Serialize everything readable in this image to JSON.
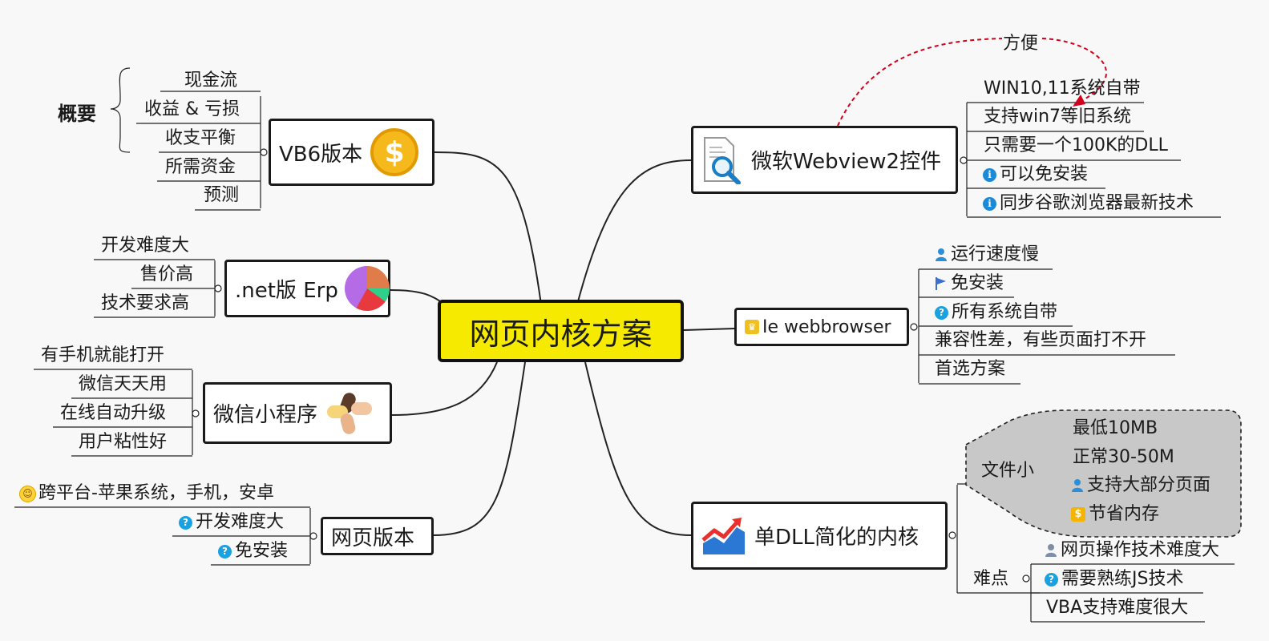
{
  "central": {
    "label": "网页内核方案"
  },
  "summary": {
    "label": "概要"
  },
  "branches": {
    "vb6": {
      "label": "VB6版本",
      "icon": "dollar-coin-icon",
      "items": [
        "现金流",
        "收益 & 亏损",
        "收支平衡",
        "所需资金",
        "预测"
      ]
    },
    "net": {
      "label": ".net版 Erp",
      "icon": "pie-chart-icon",
      "items": [
        "开发难度大",
        "售价高",
        "技术要求高"
      ]
    },
    "wechat": {
      "label": "微信小程序",
      "icon": "joined-hands-icon",
      "items": [
        "有手机就能打开",
        "微信天天用",
        "在线自动升级",
        "用户粘性好"
      ]
    },
    "web": {
      "label": "网页版本",
      "items": [
        {
          "text": "跨平台-苹果系统，手机，安卓",
          "icon": "smiley-icon"
        },
        {
          "text": "开发难度大",
          "icon": "question-icon"
        },
        {
          "text": "免安装",
          "icon": "question-icon"
        }
      ]
    },
    "webview2": {
      "label": "微软Webview2控件",
      "icon": "document-search-icon",
      "items": [
        {
          "text": "WIN10,11系统自带"
        },
        {
          "text": "支持win7等旧系统"
        },
        {
          "text": "只需要一个100K的DLL"
        },
        {
          "text": "可以免安装",
          "icon": "info-icon"
        },
        {
          "text": "同步谷歌浏览器最新技术",
          "icon": "info-icon"
        }
      ]
    },
    "ie": {
      "label": "Ie webbrowser",
      "icon": "trophy-icon",
      "items": [
        {
          "text": "运行速度慢",
          "icon": "person-icon"
        },
        {
          "text": "免安装",
          "icon": "flag-icon"
        },
        {
          "text": "所有系统自带",
          "icon": "question-icon"
        },
        {
          "text": "兼容性差，有些页面打不开"
        },
        {
          "text": "首选方案"
        }
      ]
    },
    "dll": {
      "label": "单DLL简化的内核",
      "icon": "rising-chart-icon",
      "size_group": {
        "label": "文件小",
        "items": [
          {
            "text": "最低10MB"
          },
          {
            "text": "正常30-50M"
          },
          {
            "text": "支持大部分页面",
            "icon": "person-icon"
          },
          {
            "text": "节省内存",
            "icon": "dollar-icon"
          }
        ]
      },
      "difficulty_group": {
        "label": "难点",
        "items": [
          {
            "text": "网页操作技术难度大",
            "icon": "person-icon"
          },
          {
            "text": "需要熟练JS技术",
            "icon": "question-icon"
          },
          {
            "text": "VBA支持难度很大"
          }
        ]
      }
    }
  },
  "relationship": {
    "label": "方便"
  },
  "colors": {
    "central_fill": "#f5ea00",
    "relationship": "#d0021b",
    "boundary_fill": "#c8c8c8"
  }
}
